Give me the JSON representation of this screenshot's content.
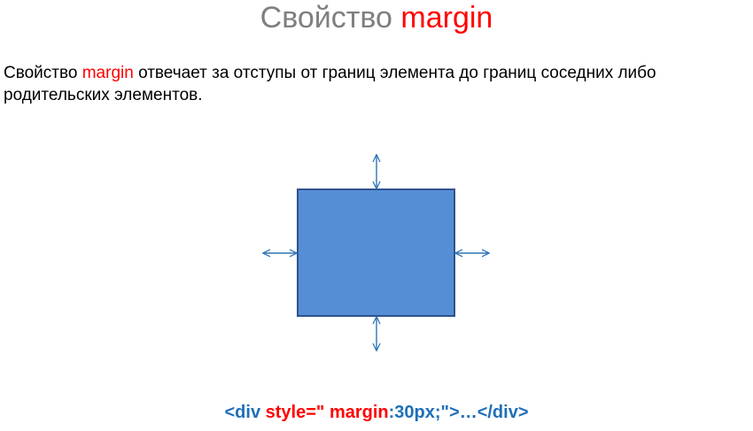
{
  "title": {
    "prefix": "Свойство",
    "keyword": "margin"
  },
  "description": {
    "before": "Свойство ",
    "keyword": "margin",
    "after": " отвечает за отступы от границ элемента до границ соседних либо родительских элементов."
  },
  "code_example": {
    "tag_open": "<div ",
    "attr": "style=\"",
    "property": "margin",
    "value": ":30px;\"",
    "content": ">…</div>"
  },
  "colors": {
    "title_gray": "#7f7f7f",
    "keyword_red": "#ff0000",
    "box_fill": "#558ed5",
    "box_border": "#2f528f",
    "arrow_blue": "#2e75b6",
    "code_blue": "#1f6fb8"
  }
}
